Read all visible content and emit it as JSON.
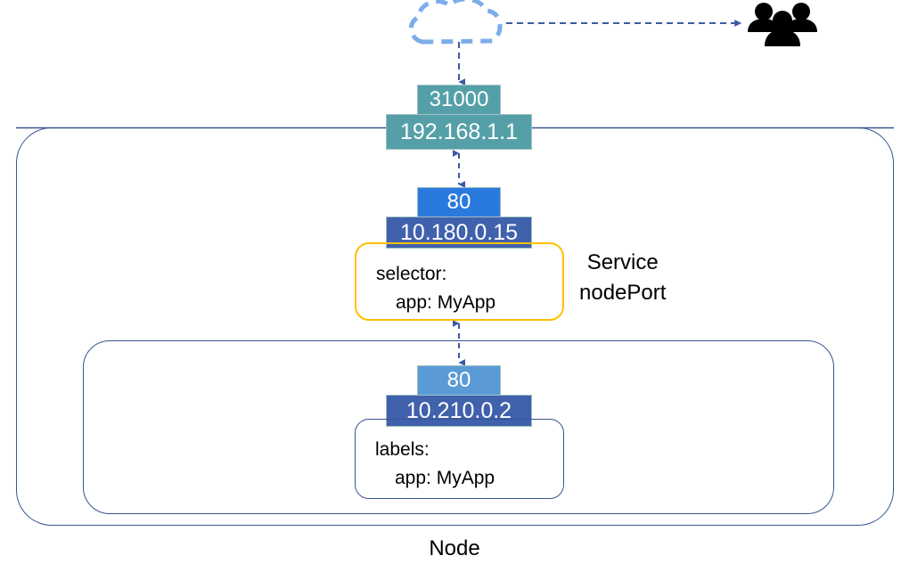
{
  "diagram": {
    "title_label": "Node",
    "service_type": {
      "line1": "Service",
      "line2": "nodePort"
    },
    "nodeport": {
      "port": "31000",
      "ip": "192.168.1.1"
    },
    "service": {
      "port": "80",
      "ip": "10.180.0.15",
      "selector_key": "selector:",
      "selector_value": "app: MyApp"
    },
    "pod": {
      "port": "80",
      "ip": "10.210.0.2",
      "labels_key": "labels:",
      "labels_value": "app: MyApp"
    },
    "icons": {
      "cloud": "cloud-icon",
      "users": "users-group-icon"
    },
    "colors": {
      "nodeport_fill": "#55a0a8",
      "service_port_fill": "#2a7ade",
      "service_ip_fill": "#4061ac",
      "pod_port_fill": "#5b9bd5",
      "pod_ip_fill": "#4061ac",
      "selector_border": "#ffc000",
      "container_border": "#39558f",
      "cloud_stroke": "#7cadea",
      "arrow_color": "#3b5ba5",
      "users_fill": "#000000"
    }
  }
}
